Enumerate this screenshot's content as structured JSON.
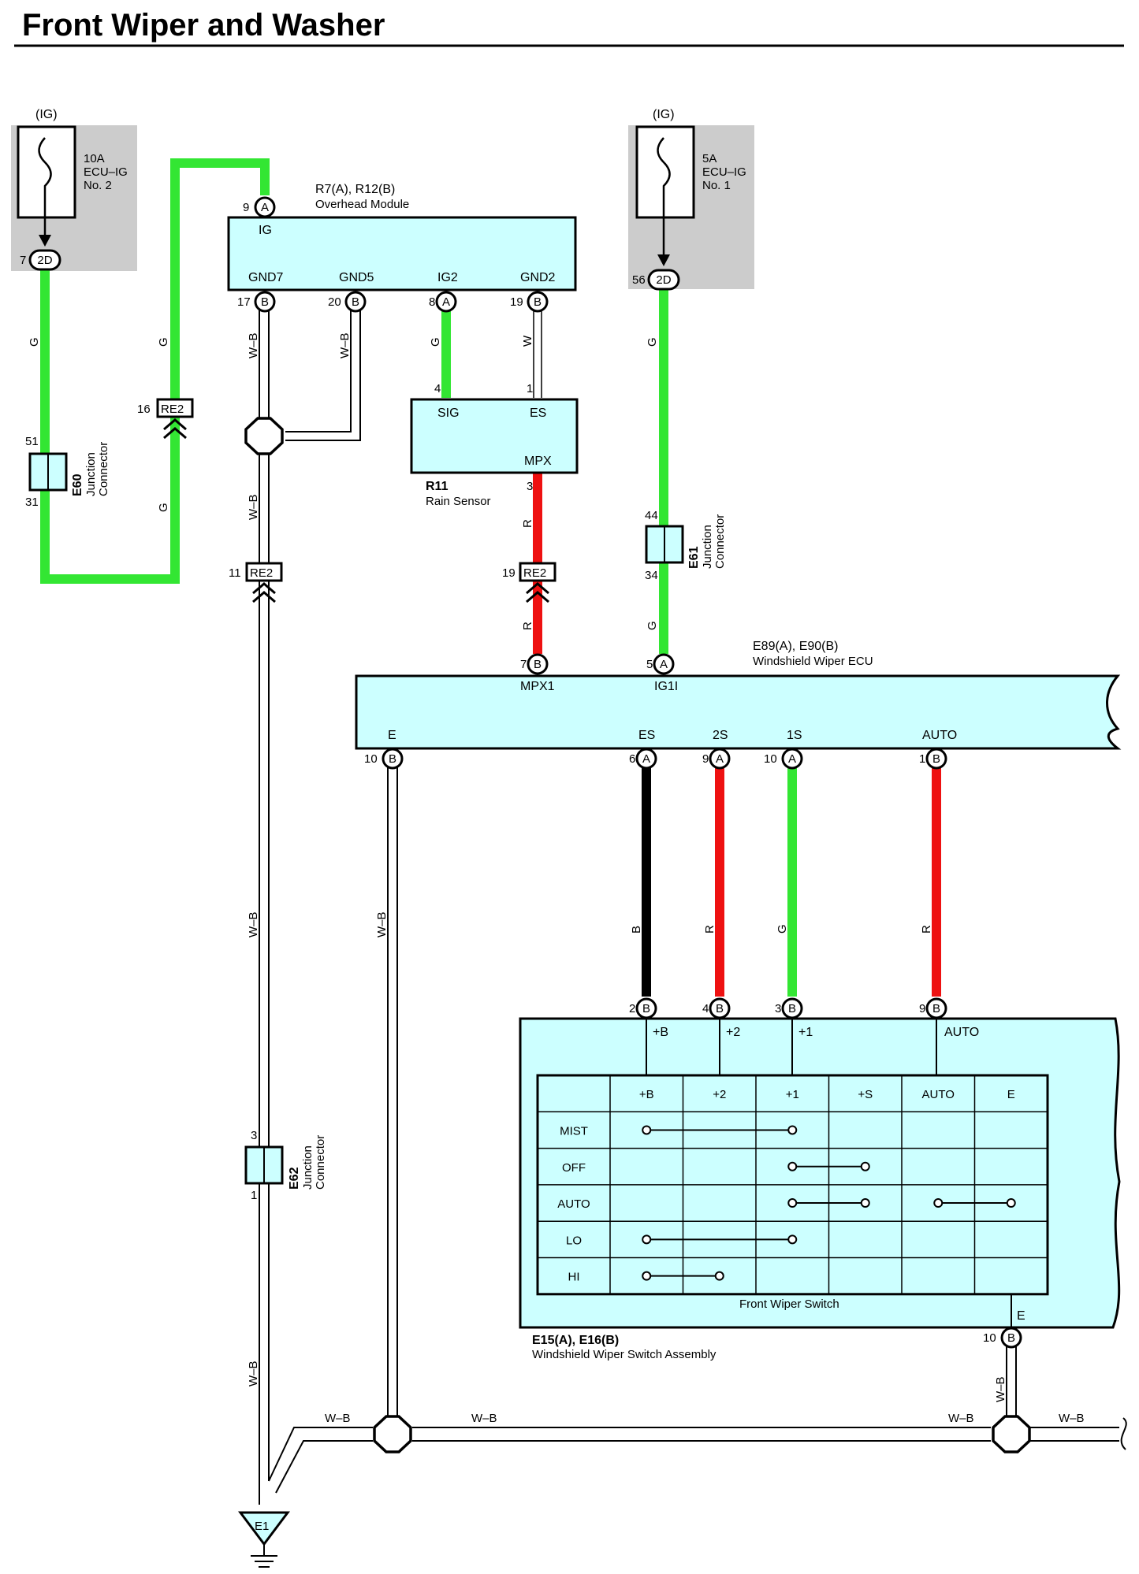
{
  "title": "Front Wiper and Washer",
  "fuses": [
    {
      "id": "fuse-ecu-ig-2",
      "ig": "(IG)",
      "lines": [
        "10A",
        "ECU–IG",
        "No. 2"
      ],
      "pin": "7",
      "conn": "2D"
    },
    {
      "id": "fuse-ecu-ig-1",
      "ig": "(IG)",
      "lines": [
        "5A",
        "ECU–IG",
        "No. 1"
      ],
      "pin": "56",
      "conn": "2D"
    }
  ],
  "overhead": {
    "code": "R7(A), R12(B)",
    "name": "Overhead Module",
    "ig_pin": "9",
    "ig_letter": "A",
    "ig_label": "IG",
    "pins": [
      {
        "label": "GND7",
        "num": "17",
        "letter": "B"
      },
      {
        "label": "GND5",
        "num": "20",
        "letter": "B"
      },
      {
        "label": "IG2",
        "num": "8",
        "letter": "A"
      },
      {
        "label": "GND2",
        "num": "19",
        "letter": "B"
      }
    ]
  },
  "rain": {
    "code": "R11",
    "name": "Rain Sensor",
    "sig": "SIG",
    "es": "ES",
    "mpx": "MPX",
    "sig_pin": "4",
    "es_pin": "1",
    "mpx_pin": "3"
  },
  "junctions": {
    "e60": {
      "code": "E60",
      "l1": "Junction",
      "l2": "Connector",
      "top": "51",
      "bottom": "31"
    },
    "e61": {
      "code": "E61",
      "l1": "Junction",
      "l2": "Connector",
      "top": "44",
      "bottom": "34"
    },
    "e62": {
      "code": "E62",
      "l1": "Junction",
      "l2": "Connector",
      "top": "3",
      "bottom": "1"
    }
  },
  "re2": [
    {
      "pin": "16",
      "label": "RE2"
    },
    {
      "pin": "11",
      "label": "RE2"
    },
    {
      "pin": "19",
      "label": "RE2"
    }
  ],
  "wiper_ecu": {
    "code": "E89(A), E90(B)",
    "name": "Windshield Wiper ECU",
    "top": [
      {
        "label": "MPX1",
        "num": "7",
        "letter": "B"
      },
      {
        "label": "IG1I",
        "num": "5",
        "letter": "A"
      }
    ],
    "bottom": [
      {
        "label": "E",
        "num": "10",
        "letter": "B"
      },
      {
        "label": "ES",
        "num": "6",
        "letter": "A"
      },
      {
        "label": "2S",
        "num": "9",
        "letter": "A"
      },
      {
        "label": "1S",
        "num": "10",
        "letter": "A"
      },
      {
        "label": "AUTO",
        "num": "1",
        "letter": "B"
      }
    ]
  },
  "switch_assy": {
    "code": "E15(A), E16(B)",
    "name": "Windshield Wiper Switch Assembly",
    "switch_name": "Front Wiper Switch",
    "pins": [
      {
        "num": "2",
        "letter": "B",
        "label": "+B"
      },
      {
        "num": "4",
        "letter": "B",
        "label": "+2"
      },
      {
        "num": "3",
        "letter": "B",
        "label": "+1"
      },
      {
        "num": "9",
        "letter": "B",
        "label": "AUTO"
      }
    ],
    "e_label": "E",
    "e_pin": "10",
    "e_letter": "B",
    "table_cols": [
      "+B",
      "+2",
      "+1",
      "+S",
      "AUTO",
      "E"
    ],
    "table_rows": [
      {
        "name": "MIST",
        "links": [
          [
            0,
            2
          ]
        ]
      },
      {
        "name": "OFF",
        "links": [
          [
            2,
            3
          ]
        ]
      },
      {
        "name": "AUTO",
        "links": [
          [
            2,
            3
          ],
          [
            4,
            5
          ]
        ]
      },
      {
        "name": "LO",
        "links": [
          [
            0,
            2
          ]
        ]
      },
      {
        "name": "HI",
        "links": [
          [
            0,
            1
          ]
        ]
      }
    ]
  },
  "wire_colors": {
    "G": "G",
    "W": "W",
    "R": "R",
    "B": "B",
    "WB": "W–B"
  },
  "ground": "E1",
  "colors": {
    "green": "#33e633",
    "red": "#ee1111",
    "black": "#000000",
    "component": "#ccffff",
    "fuse_bg": "#cccccc"
  }
}
